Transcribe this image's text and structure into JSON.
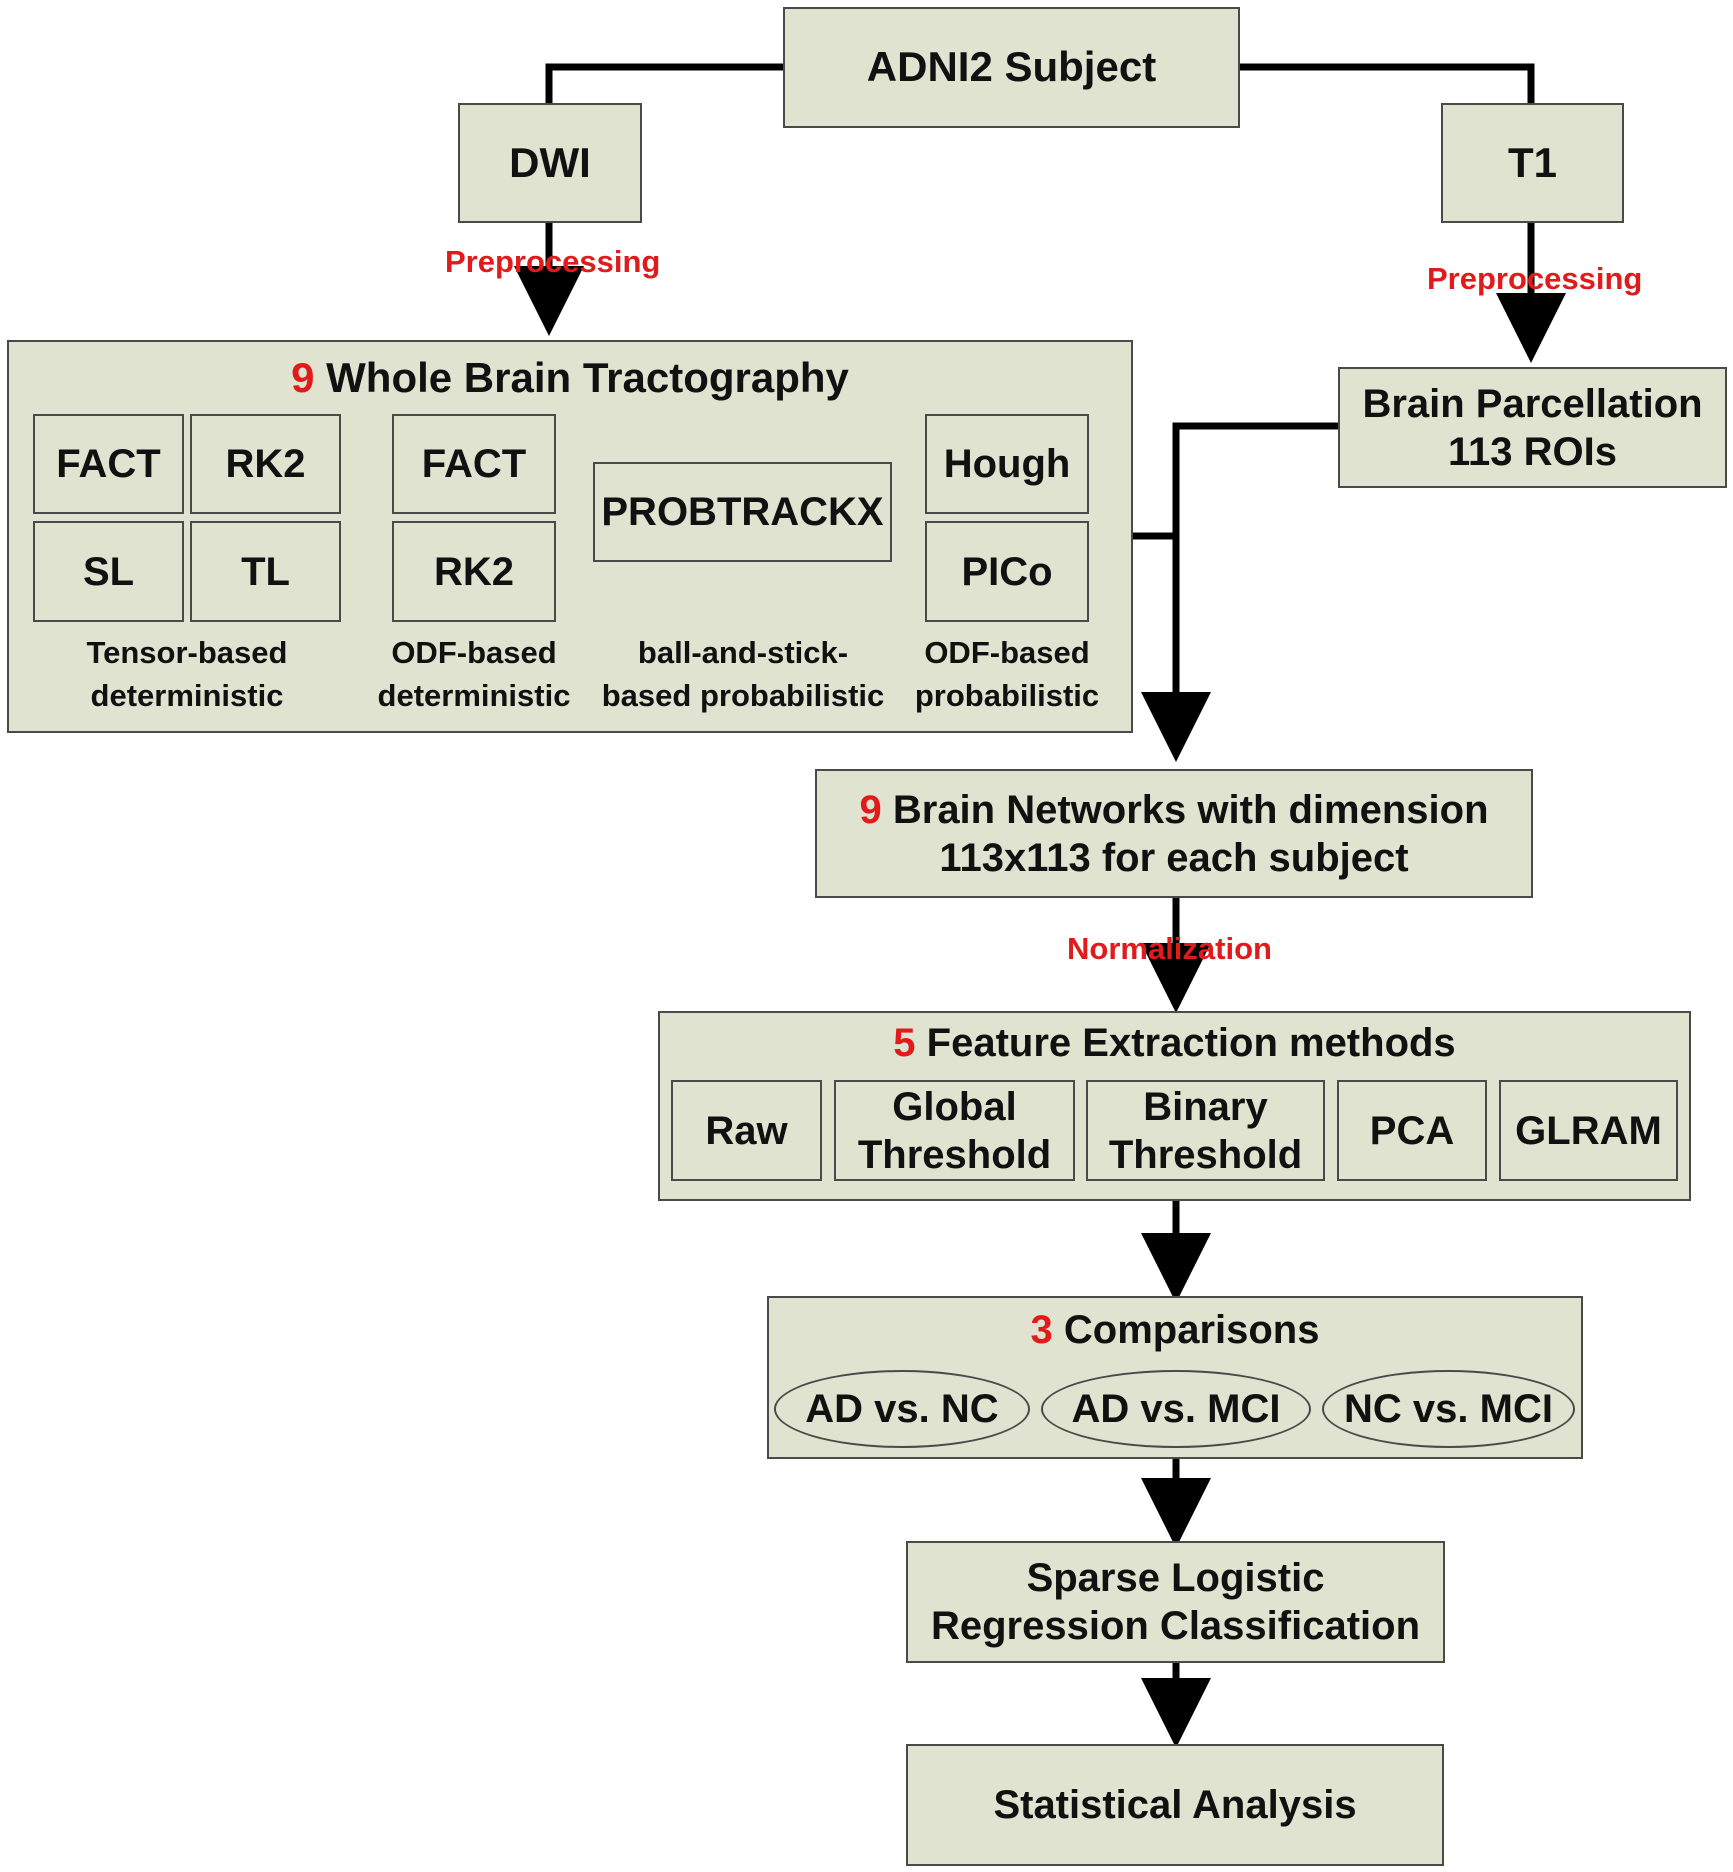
{
  "colors": {
    "box_fill": "#dfe3cf",
    "accent_red": "#e01b1b",
    "line": "#000000"
  },
  "subject": "ADNI2 Subject",
  "dwi": "DWI",
  "t1": "T1",
  "preprocessing_label": "Preprocessing",
  "tractography": {
    "count": "9",
    "title": "Whole Brain Tractography",
    "groups": [
      {
        "methods": [
          "FACT",
          "RK2",
          "SL",
          "TL"
        ],
        "caption_line1": "Tensor-based",
        "caption_line2": "deterministic"
      },
      {
        "methods": [
          "FACT",
          "RK2"
        ],
        "caption_line1": "ODF-based",
        "caption_line2": "deterministic"
      },
      {
        "methods": [
          "PROBTRACKX"
        ],
        "caption_line1": "ball-and-stick-",
        "caption_line2": "based probabilistic"
      },
      {
        "methods": [
          "Hough",
          "PICo"
        ],
        "caption_line1": "ODF-based",
        "caption_line2": "probabilistic"
      }
    ]
  },
  "parcellation": {
    "line1": "Brain Parcellation",
    "line2": "113 ROIs"
  },
  "networks": {
    "count": "9",
    "line1": "Brain Networks with dimension",
    "line2": "113x113 for each subject"
  },
  "normalization_label": "Normalization",
  "features": {
    "count": "5",
    "title": "Feature Extraction methods",
    "methods": [
      {
        "line1": "Raw",
        "line2": ""
      },
      {
        "line1": "Global",
        "line2": "Threshold"
      },
      {
        "line1": "Binary",
        "line2": "Threshold"
      },
      {
        "line1": "PCA",
        "line2": ""
      },
      {
        "line1": "GLRAM",
        "line2": ""
      }
    ]
  },
  "comparisons": {
    "count": "3",
    "title": "Comparisons",
    "items": [
      "AD vs. NC",
      "AD vs. MCI",
      "NC vs. MCI"
    ]
  },
  "classifier": {
    "line1": "Sparse Logistic",
    "line2": "Regression Classification"
  },
  "analysis": "Statistical Analysis"
}
